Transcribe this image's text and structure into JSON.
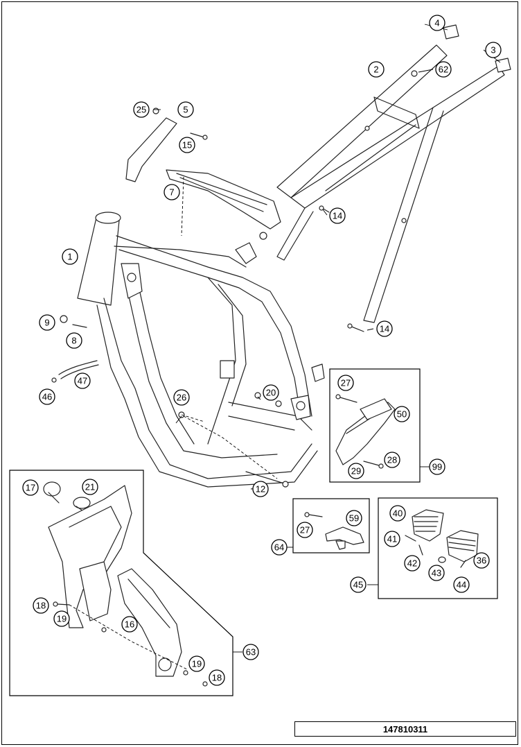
{
  "document_number": "147810311",
  "callouts": [
    {
      "label": "1"
    },
    {
      "label": "2"
    },
    {
      "label": "3"
    },
    {
      "label": "4"
    },
    {
      "label": "5"
    },
    {
      "label": "7"
    },
    {
      "label": "8"
    },
    {
      "label": "9"
    },
    {
      "label": "12"
    },
    {
      "label": "14"
    },
    {
      "label": "14"
    },
    {
      "label": "15"
    },
    {
      "label": "16"
    },
    {
      "label": "17"
    },
    {
      "label": "18"
    },
    {
      "label": "18"
    },
    {
      "label": "19"
    },
    {
      "label": "19"
    },
    {
      "label": "20"
    },
    {
      "label": "21"
    },
    {
      "label": "25"
    },
    {
      "label": "26"
    },
    {
      "label": "27"
    },
    {
      "label": "27"
    },
    {
      "label": "28"
    },
    {
      "label": "29"
    },
    {
      "label": "36"
    },
    {
      "label": "40"
    },
    {
      "label": "41"
    },
    {
      "label": "42"
    },
    {
      "label": "43"
    },
    {
      "label": "44"
    },
    {
      "label": "45"
    },
    {
      "label": "46"
    },
    {
      "label": "47"
    },
    {
      "label": "50"
    },
    {
      "label": "59"
    },
    {
      "label": "62"
    },
    {
      "label": "63"
    },
    {
      "label": "64"
    },
    {
      "label": "99"
    }
  ]
}
